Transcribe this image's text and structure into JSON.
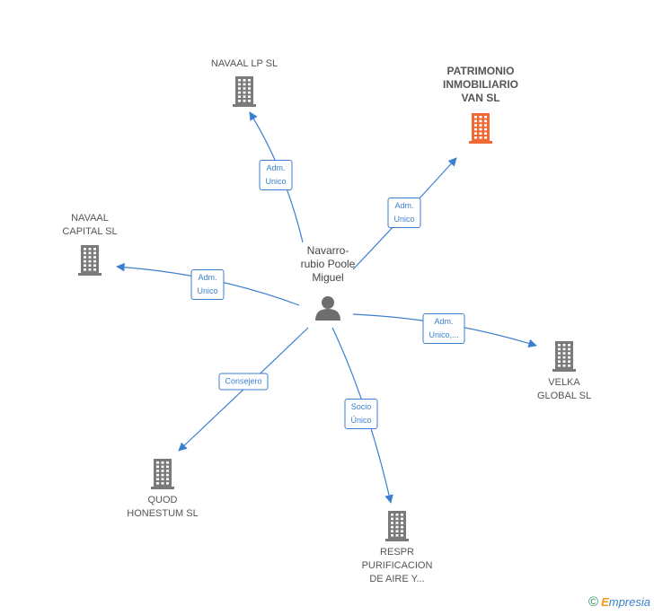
{
  "center": {
    "label": "Navarro-\nrubio Poole\nMiguel",
    "icon": "person-icon"
  },
  "companies": [
    {
      "id": "navaal-lp",
      "label": "NAVAAL LP  SL",
      "highlight": false,
      "icon": "building-icon"
    },
    {
      "id": "patrimonio",
      "label": "PATRIMONIO\nINMOBILIARIO\nVAN  SL",
      "highlight": true,
      "icon": "building-icon"
    },
    {
      "id": "navaal-capital",
      "label": "NAVAAL\nCAPITAL  SL",
      "highlight": false,
      "icon": "building-icon"
    },
    {
      "id": "velka",
      "label": "VELKA\nGLOBAL  SL",
      "highlight": false,
      "icon": "building-icon"
    },
    {
      "id": "quod",
      "label": "QUOD\nHONESTUM SL",
      "highlight": false,
      "icon": "building-icon"
    },
    {
      "id": "respr",
      "label": "RESPR\nPURIFICACION\nDE AIRE Y...",
      "highlight": false,
      "icon": "building-icon"
    }
  ],
  "edges": [
    {
      "to": "navaal-lp",
      "label": "Adm.\nUnico"
    },
    {
      "to": "patrimonio",
      "label": "Adm.\nUnico"
    },
    {
      "to": "navaal-capital",
      "label": "Adm.\nUnico"
    },
    {
      "to": "velka",
      "label": "Adm.\nUnico,..."
    },
    {
      "to": "quod",
      "label": "Consejero"
    },
    {
      "to": "respr",
      "label": "Socio\nÚnico"
    }
  ],
  "colors": {
    "edge": "#3a7fd0",
    "building": "#7a7a7a",
    "building_highlight": "#f06a35",
    "person": "#6e6e6e"
  },
  "credit": {
    "symbol": "©",
    "brand_initial": "E",
    "brand_rest": "mpresia"
  }
}
